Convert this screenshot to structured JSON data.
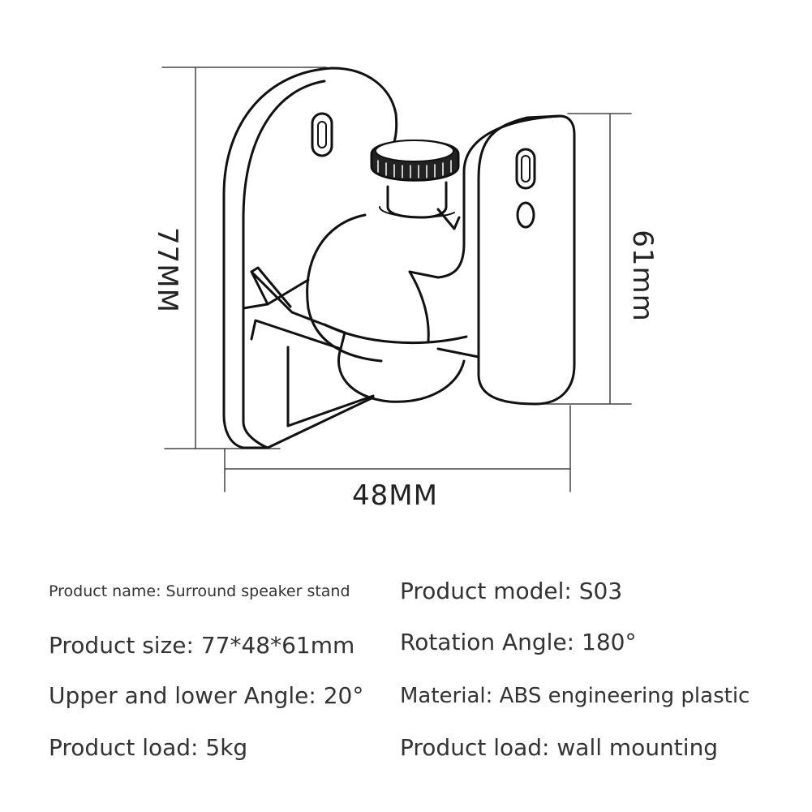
{
  "dimensions": {
    "height": "77MM",
    "depth": "61mm",
    "width": "48MM"
  },
  "specs": {
    "name": "Product name: Surround speaker stand",
    "model": "Product model: S03",
    "size": "Product size: 77*48*61mm",
    "rotation": "Rotation Angle: 180°",
    "tilt": "Upper and lower Angle: 20°",
    "material": "Material: ABS engineering plastic",
    "load": "Product load: 5kg",
    "mounting": "Product load: wall mounting"
  }
}
